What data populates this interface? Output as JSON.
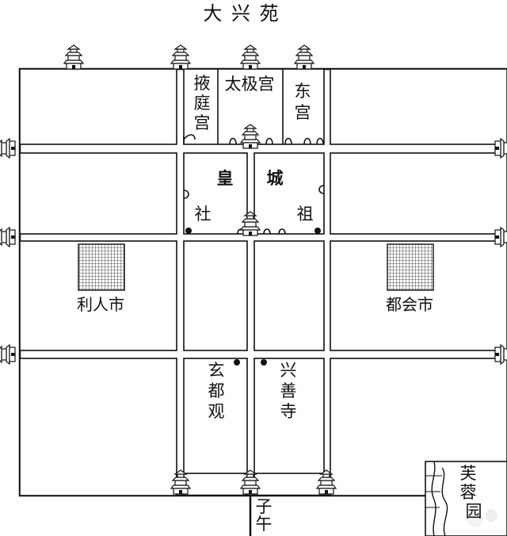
{
  "labels": {
    "garden_top": "大 兴 苑",
    "palace_city": "皇",
    "palace_city2": "城",
    "yeting_1": "掖",
    "yeting_2": "庭",
    "yeting_3": "宫",
    "taiji": "太极宫",
    "donggong_1": "东",
    "donggong_2": "宫",
    "she": "社",
    "zu": "祖",
    "west_market": "利人市",
    "east_market": "都会市",
    "xuandu_1": "玄",
    "xuandu_2": "都",
    "xuandu_3": "观",
    "xingshan_1": "兴",
    "xingshan_2": "善",
    "xingshan_3": "寺",
    "ziwu_1": "子",
    "ziwu_2": "午",
    "furong_1": "芙",
    "furong_2": "蓉",
    "furong_3": "园"
  },
  "colors": {
    "ink": "#111111",
    "paper": "#ffffff"
  },
  "icons": [
    "gate-tower-icon",
    "temple-dot-icon",
    "market-grid-icon"
  ]
}
